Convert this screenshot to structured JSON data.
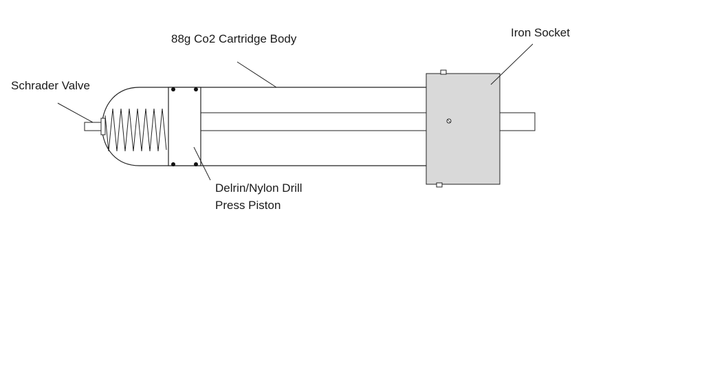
{
  "labels": {
    "cartridge_body": "88g Co2 Cartridge Body",
    "iron_socket": "Iron Socket",
    "schrader_valve": "Schrader Valve",
    "piston_line1": "Delrin/Nylon Drill",
    "piston_line2": "Press Piston"
  },
  "colors": {
    "outline": "#222222",
    "socket_fill": "#d9d9d9",
    "background": "#ffffff"
  }
}
